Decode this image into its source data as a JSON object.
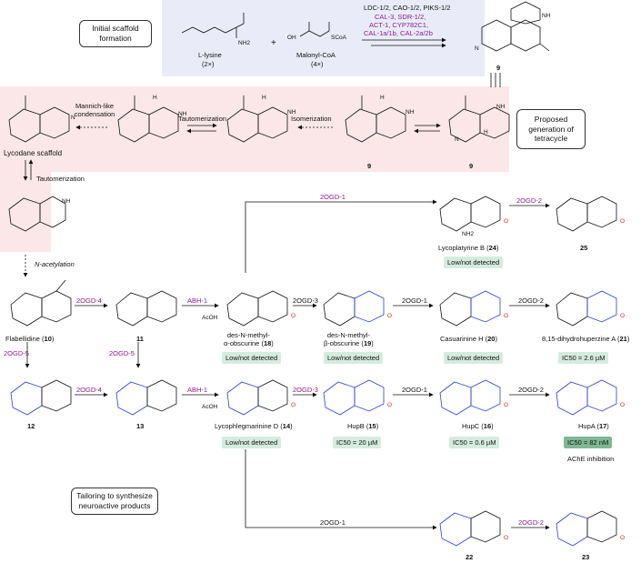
{
  "boxes": {
    "initial": "Initial scaffold formation",
    "proposed": "Proposed generation of tetracycle",
    "tailoring": "Tailoring to synthesize neuroactive products"
  },
  "top": {
    "lysine": "L-lysine",
    "lysine_count": "(2×)",
    "malonyl": "Malonyl-CoA",
    "malonyl_count": "(4×)",
    "plus": "+",
    "enzymes_black": "LDC-1/2, CAO-1/2, PIKS-1/2",
    "enzymes_purple_1": "CAL-3, SDR-1/2,",
    "enzymes_purple_2": "ACT-1, CYP782C1,",
    "enzymes_purple_3": "CAL-1a/1b, CAL-2a/2b",
    "product": "9"
  },
  "pink_row": {
    "mannich": "Mannich-like condensation",
    "tautomerization": "Tautomerization",
    "isomerization": "Isomerization",
    "compound_9": "9",
    "lycodane": "Lycodane scaffold",
    "tautomerization2": "Tautomerization",
    "acetylation": "N-acetylation"
  },
  "enzymes": {
    "e1": "2OGD-1",
    "e2": "2OGD-2",
    "e3": "2OGD-4",
    "e4": "ABH-1",
    "e5": "2OGD-3",
    "e6": "2OGD-1",
    "e7": "2OGD-2",
    "e8": "2OGD-5",
    "e9": "2OGD-5",
    "e10": "2OGD-4",
    "e11": "ABH-1",
    "e12": "2OGD-3",
    "e13": "2OGD-1",
    "e14": "2OGD-2",
    "e15": "2OGD-1",
    "e16": "2OGD-2",
    "acoh1": "AcOH",
    "acoh2": "AcOH"
  },
  "compounds": {
    "c24_name": "Lycoplatyrine B",
    "c24_num": "24",
    "c25_num": "25",
    "c10_name": "Flabellidine",
    "c10_num": "10",
    "c11_num": "11",
    "c18_name1": "des-N-methyl-",
    "c18_name2": "α-obscurine",
    "c18_num": "18",
    "c19_name1": "des-N-methyl-",
    "c19_name2": "β-obscurine",
    "c19_num": "19",
    "c20_name": "Casuarinine H",
    "c20_num": "20",
    "c21_name": "8,15-dihydrohuperzine A",
    "c21_num": "21",
    "c12_num": "12",
    "c13_num": "13",
    "c14_name": "Lycophlegmarinine D",
    "c14_num": "14",
    "c15_name": "HupB",
    "c15_num": "15",
    "c16_name": "HupC",
    "c16_num": "16",
    "c17_name": "HupA",
    "c17_num": "17",
    "c22_num": "22",
    "c23_num": "23",
    "ache": "AChE inhibition"
  },
  "badges": {
    "b24": "Low/not detected",
    "b18": "Low/not detected",
    "b19": "Low/not detected",
    "b20": "Low/not detected",
    "b21": "IC50 = 2.6 µM",
    "b14": "Low/not detected",
    "b15": "IC50 = 20 µM",
    "b16": "IC50 = 0.6 µM",
    "b17": "IC50 = 82 nM"
  },
  "atoms": {
    "nh": "NH",
    "n": "N",
    "h": "H",
    "nh2": "NH2",
    "o": "O",
    "oh": "OH",
    "scoa": "SCoA"
  },
  "colors": {
    "ring_blue": "#2b3fd6",
    "carbonyl_red": "#d42a1e",
    "enzyme_purple": "#8b1a8b"
  }
}
